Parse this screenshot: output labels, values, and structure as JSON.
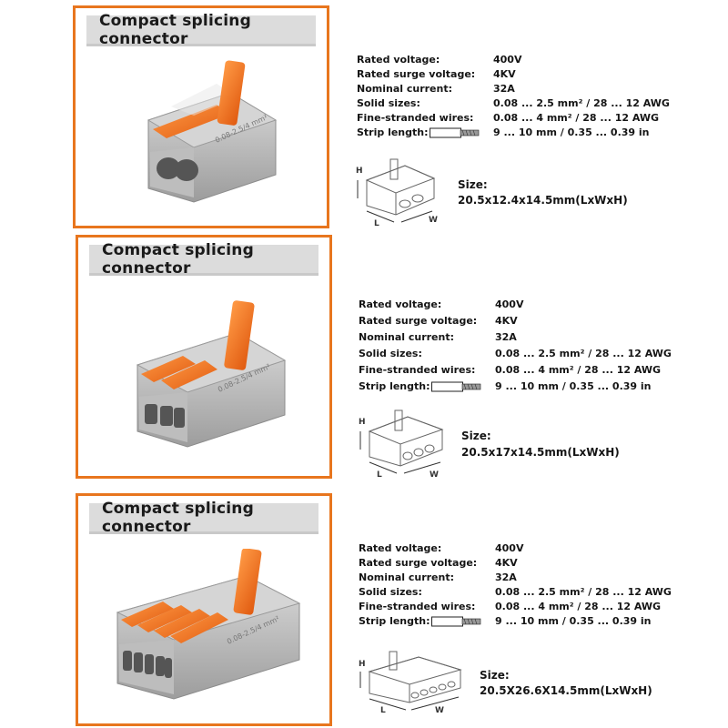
{
  "panels": [
    {
      "header": "Compact splicing connector",
      "specs": [
        {
          "label": "Rated voltage:",
          "value": "400V"
        },
        {
          "label": "Rated surge voltage:",
          "value": "4KV"
        },
        {
          "label": "Nominal current:",
          "value": "32A"
        },
        {
          "label": "Solid sizes:",
          "value": "0.08 ... 2.5 mm² / 28 ... 12 AWG"
        },
        {
          "label": "Fine-stranded wires:",
          "value": "0.08 ... 4 mm² / 28 ... 12 AWG"
        },
        {
          "label": "Strip length:",
          "value": "9 ... 10 mm / 0.35 ... 0.39 in"
        }
      ],
      "size_label": "Size:",
      "size_value": "20.5x12.4x14.5mm(LxWxH)",
      "dims": {
        "h": "H",
        "l": "L",
        "w": "W"
      },
      "ports": 2
    },
    {
      "header": "Compact splicing connector",
      "specs": [
        {
          "label": "Rated voltage:",
          "value": "400V"
        },
        {
          "label": "Rated surge voltage:",
          "value": "4KV"
        },
        {
          "label": "Nominal current:",
          "value": "32A"
        },
        {
          "label": "Solid sizes:",
          "value": "0.08 ... 2.5 mm² / 28 ... 12 AWG"
        },
        {
          "label": "Fine-stranded wires:",
          "value": "0.08 ... 4 mm² / 28 ... 12 AWG"
        },
        {
          "label": "Strip length:",
          "value": "9 ... 10 mm / 0.35 ... 0.39 in"
        }
      ],
      "size_label": "Size:",
      "size_value": "20.5x17x14.5mm(LxWxH)",
      "dims": {
        "h": "H",
        "l": "L",
        "w": "W"
      },
      "ports": 3
    },
    {
      "header": "Compact splicing connector",
      "specs": [
        {
          "label": "Rated voltage:",
          "value": "400V"
        },
        {
          "label": "Rated surge voltage:",
          "value": "4KV"
        },
        {
          "label": "Nominal current:",
          "value": "32A"
        },
        {
          "label": "Solid sizes:",
          "value": "0.08 ... 2.5 mm² / 28 ... 12 AWG"
        },
        {
          "label": "Fine-stranded wires:",
          "value": "0.08 ... 4 mm² / 28 ... 12 AWG"
        },
        {
          "label": "Strip length:",
          "value": "9 ... 10 mm / 0.35 ... 0.39 in"
        }
      ],
      "size_label": "Size:",
      "size_value": "20.5X26.6X14.5mm(LxWxH)",
      "dims": {
        "h": "H",
        "l": "L",
        "w": "W"
      },
      "ports": 5
    }
  ],
  "product_marking": "0.08-2.5/4 mm²",
  "colors": {
    "accent": "#e8761e",
    "lever": "#f07a1e",
    "housing": "#a8a8a8",
    "header_bg": "#dcdcdc"
  }
}
